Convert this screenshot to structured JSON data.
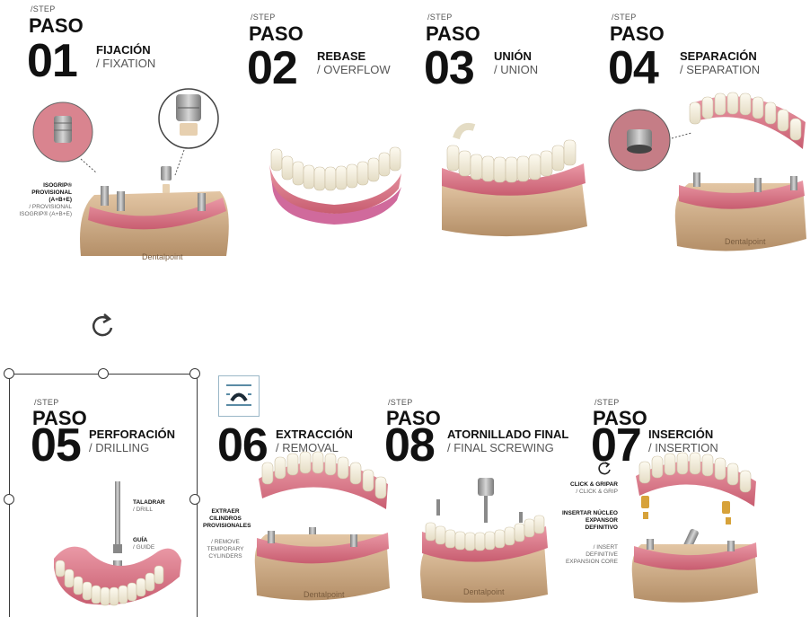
{
  "steps": [
    {
      "kicker": "/STEP",
      "paso": "PASO",
      "number": "01",
      "title_es": "FIJACIÓN",
      "title_en": "/ FIXATION"
    },
    {
      "kicker": "/STEP",
      "paso": "PASO",
      "number": "02",
      "title_es": "REBASE",
      "title_en": "/ OVERFLOW"
    },
    {
      "kicker": "/STEP",
      "paso": "PASO",
      "number": "03",
      "title_es": "UNIÓN",
      "title_en": "/ UNION"
    },
    {
      "kicker": "/STEP",
      "paso": "PASO",
      "number": "04",
      "title_es": "SEPARACIÓN",
      "title_en": "/ SEPARATION"
    },
    {
      "kicker": "/STEP",
      "paso": "PASO",
      "number": "05",
      "title_es": "PERFORACIÓN",
      "title_en": "/ DRILLING"
    },
    {
      "number": "06",
      "title_es": "EXTRACCIÓN",
      "title_en": "/ REMOVAL"
    },
    {
      "kicker": "/STEP",
      "paso": "PASO",
      "number": "08",
      "title_es": "ATORNILLADO FINAL",
      "title_en": "/ FINAL SCREWING"
    },
    {
      "kicker": "/STEP",
      "paso": "PASO",
      "number": "07",
      "title_es": "INSERCIÓN",
      "title_en": "/ INSERTION"
    }
  ],
  "notes": {
    "isogrip_es": "ISOGRIP® PROVISIONAL (A+B+E)",
    "isogrip_en": "/ PROVISIONAL ISOGRIP® (A+B+E)",
    "drill_es": "TALADRAR",
    "drill_en": "/ DRILL",
    "guide_es": "GUÍA",
    "guide_en": "/ GUIDE",
    "extract_es": "EXTRAER CILINDROS PROVISIONALES",
    "extract_en": "/ REMOVE TEMPORARY CYLINDERS",
    "click_es": "CLICK & GRIPAR",
    "click_en": "/ CLICK & GRIP",
    "core_es": "INSERTAR NÚCLEO EXPANSOR DEFINITIVO",
    "core_en": "/ INSERT DEFINITIVE EXPANSION CORE"
  },
  "brand": "Dentalpoint",
  "colors": {
    "gum": "#e07f8f",
    "gum_dark": "#c55a6c",
    "model": "#d8b895",
    "model_dark": "#b9966f",
    "tooth": "#f6f1e2",
    "metal": "#9a9a9a",
    "gold": "#d7a23a",
    "frame": "#3b3b3b"
  }
}
